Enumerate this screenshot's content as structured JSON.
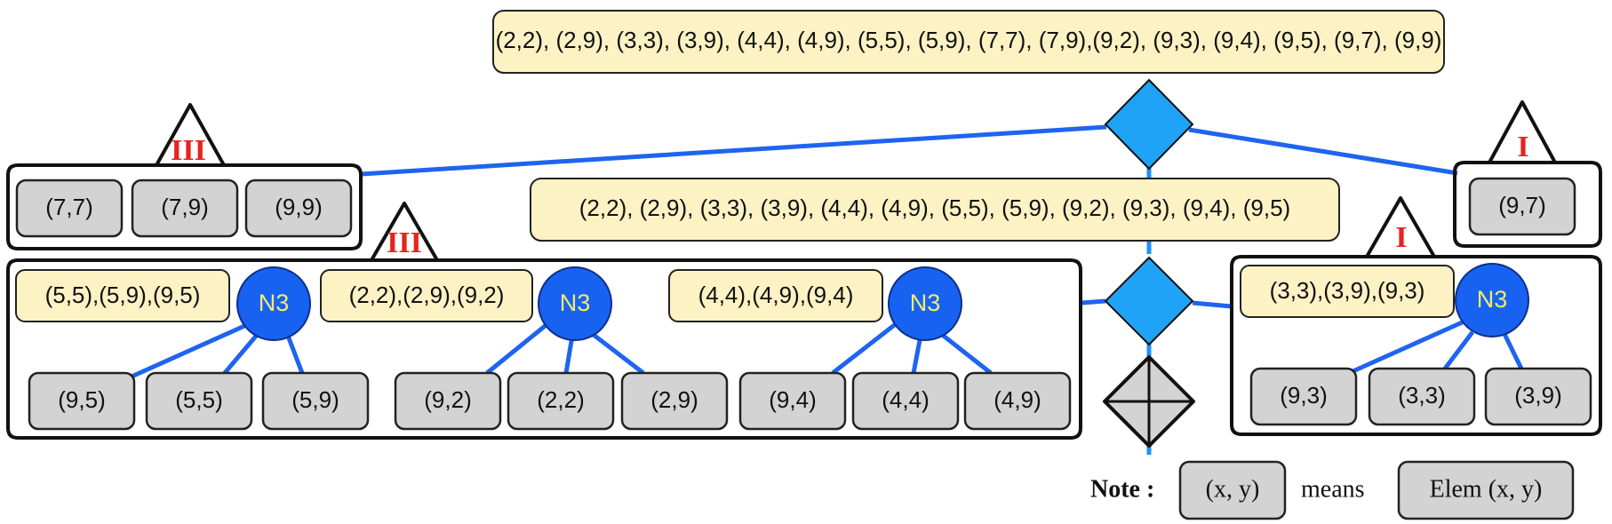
{
  "colors": {
    "edge": "#1e64f0",
    "node": "#1862f2",
    "diamond": "#1ea3f7",
    "cell": "#d3d3d3",
    "set": "#fdf2c4",
    "roman": "#e62420",
    "node_text": "#f3ea6b"
  },
  "root_set": "(2,2), (2,9), (3,3), (3,9), (4,4), (4,9), (5,5), (5,9), (7,7), (7,9),(9,2), (9,3), (9,4), (9,5), (9,7), (9,9)",
  "mid_set": "(2,2), (2,9), (3,3), (3,9), (4,4), (4,9), (5,5), (5,9), (9,2), (9,3), (9,4), (9,5)",
  "top_left": {
    "tag": "III",
    "cells": [
      "(7,7)",
      "(7,9)",
      "(9,9)"
    ]
  },
  "top_right": {
    "tag": "I",
    "cells": [
      "(9,7)"
    ]
  },
  "bottom_left": {
    "tag": "III",
    "groups": [
      {
        "set": "(5,5),(5,9),(9,5)",
        "node": "N3",
        "cells": [
          "(9,5)",
          "(5,5)",
          "(5,9)"
        ]
      },
      {
        "set": "(2,2),(2,9),(9,2)",
        "node": "N3",
        "cells": [
          "(9,2)",
          "(2,2)",
          "(2,9)"
        ]
      },
      {
        "set": "(4,4),(4,9),(9,4)",
        "node": "N3",
        "cells": [
          "(9,4)",
          "(4,4)",
          "(4,9)"
        ]
      }
    ]
  },
  "bottom_right": {
    "tag": "I",
    "groups": [
      {
        "set": "(3,3),(3,9),(9,3)",
        "node": "N3",
        "cells": [
          "(9,3)",
          "(3,3)",
          "(3,9)"
        ]
      }
    ]
  },
  "icons": {
    "decision": "blue-diamond-icon",
    "terminal": "crossed-diamond-icon"
  },
  "note": {
    "label": "Note :",
    "sample": "(x, y)",
    "means": "means",
    "meaning": "Elem (x, y)"
  }
}
